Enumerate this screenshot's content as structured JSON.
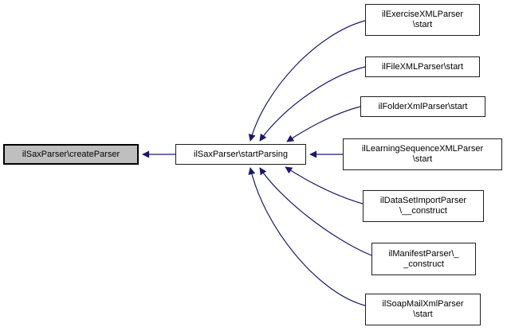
{
  "diagram": {
    "type": "caller-graph",
    "edge_color": "#191970",
    "node_border_color": "#1f1f1f",
    "highlight_node_fill": "#bfbfbf",
    "node_fill": "#ffffff",
    "nodes": [
      {
        "id": "createParser",
        "lines": [
          "ilSaxParser\\createParser"
        ],
        "highlighted": true
      },
      {
        "id": "startParsing",
        "lines": [
          "ilSaxParser\\startParsing"
        ],
        "highlighted": false
      },
      {
        "id": "exerciseStart",
        "lines": [
          "ilExerciseXMLParser",
          "\\start"
        ],
        "highlighted": false
      },
      {
        "id": "fileStart",
        "lines": [
          "ilFileXMLParser\\start"
        ],
        "highlighted": false
      },
      {
        "id": "folderStart",
        "lines": [
          "ilFolderXmlParser\\start"
        ],
        "highlighted": false
      },
      {
        "id": "learningSeqStart",
        "lines": [
          "ilLearningSequenceXMLParser",
          "\\start"
        ],
        "highlighted": false
      },
      {
        "id": "dataSetConstruct",
        "lines": [
          "ilDataSetImportParser",
          "\\__construct"
        ],
        "highlighted": false
      },
      {
        "id": "manifestConstruct",
        "lines": [
          "ilManifestParser\\_",
          "_construct"
        ],
        "highlighted": false
      },
      {
        "id": "soapMailStart",
        "lines": [
          "ilSoapMailXmlParser",
          "\\start"
        ],
        "highlighted": false
      }
    ],
    "edges": [
      {
        "from": "startParsing",
        "to": "createParser"
      },
      {
        "from": "exerciseStart",
        "to": "startParsing"
      },
      {
        "from": "fileStart",
        "to": "startParsing"
      },
      {
        "from": "folderStart",
        "to": "startParsing"
      },
      {
        "from": "learningSeqStart",
        "to": "startParsing"
      },
      {
        "from": "dataSetConstruct",
        "to": "startParsing"
      },
      {
        "from": "manifestConstruct",
        "to": "startParsing"
      },
      {
        "from": "soapMailStart",
        "to": "startParsing"
      }
    ]
  }
}
